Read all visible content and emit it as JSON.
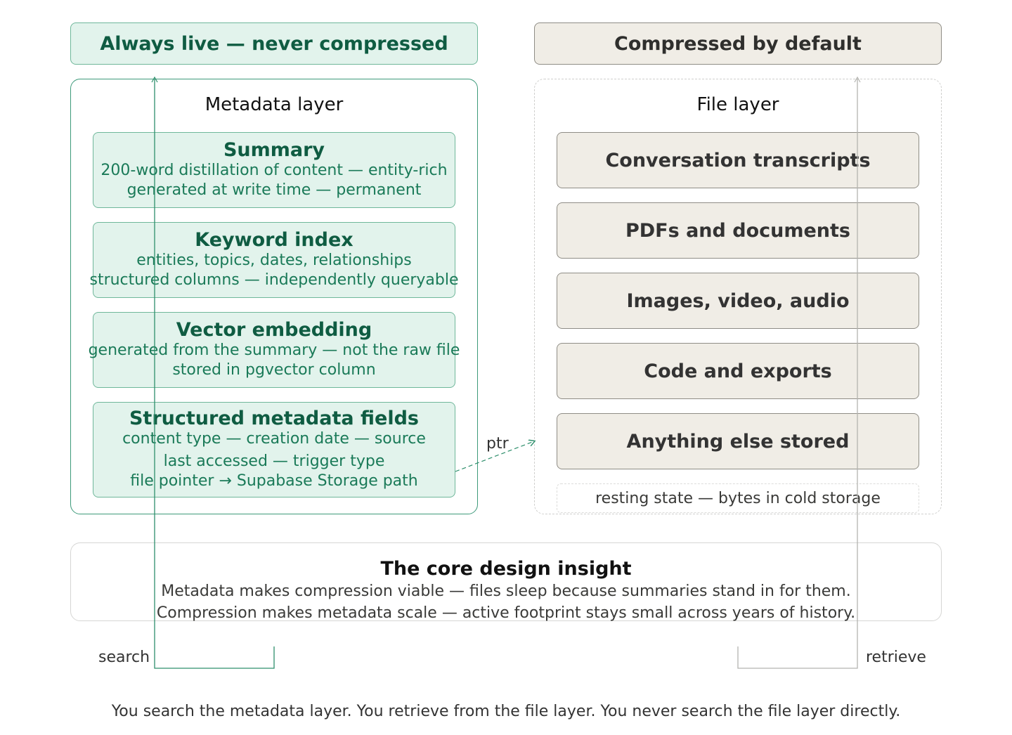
{
  "headers": {
    "live": "Always live — never compressed",
    "compressed": "Compressed by default"
  },
  "metadata_layer": {
    "title": "Metadata layer",
    "cards": [
      {
        "title": "Summary",
        "lines": [
          "200-word distillation of content — entity-rich",
          "generated at write time — permanent"
        ]
      },
      {
        "title": "Keyword index",
        "lines": [
          "entities, topics, dates, relationships",
          "structured columns — independently queryable"
        ]
      },
      {
        "title": "Vector embedding",
        "lines": [
          "generated from the summary — not the raw file",
          "stored in pgvector column"
        ]
      },
      {
        "title": "Structured metadata fields",
        "lines": [
          "content type — creation date — source",
          "last accessed — trigger type",
          "file pointer → Supabase Storage path"
        ]
      }
    ]
  },
  "file_layer": {
    "title": "File layer",
    "items": [
      "Conversation transcripts",
      "PDFs and documents",
      "Images, video, audio",
      "Code and exports",
      "Anything else stored"
    ],
    "resting_note": "resting state — bytes in cold storage"
  },
  "connector_label": "ptr",
  "insight": {
    "title": "The core design insight",
    "lines": [
      "Metadata makes compression viable — files sleep because summaries stand in for them.",
      "Compression makes metadata scale — active footprint stays small across years of history."
    ]
  },
  "flow_labels": {
    "search": "search",
    "retrieve": "retrieve"
  },
  "footer": "You search the metadata layer. You retrieve from the file layer. You never search the file layer directly.",
  "colors": {
    "green_fill": "#e2f3ec",
    "green_stroke": "#3d9a7a",
    "green_text": "#0f5c42",
    "beige_fill": "#f0ede6",
    "gray_stroke": "#8f8d86"
  }
}
